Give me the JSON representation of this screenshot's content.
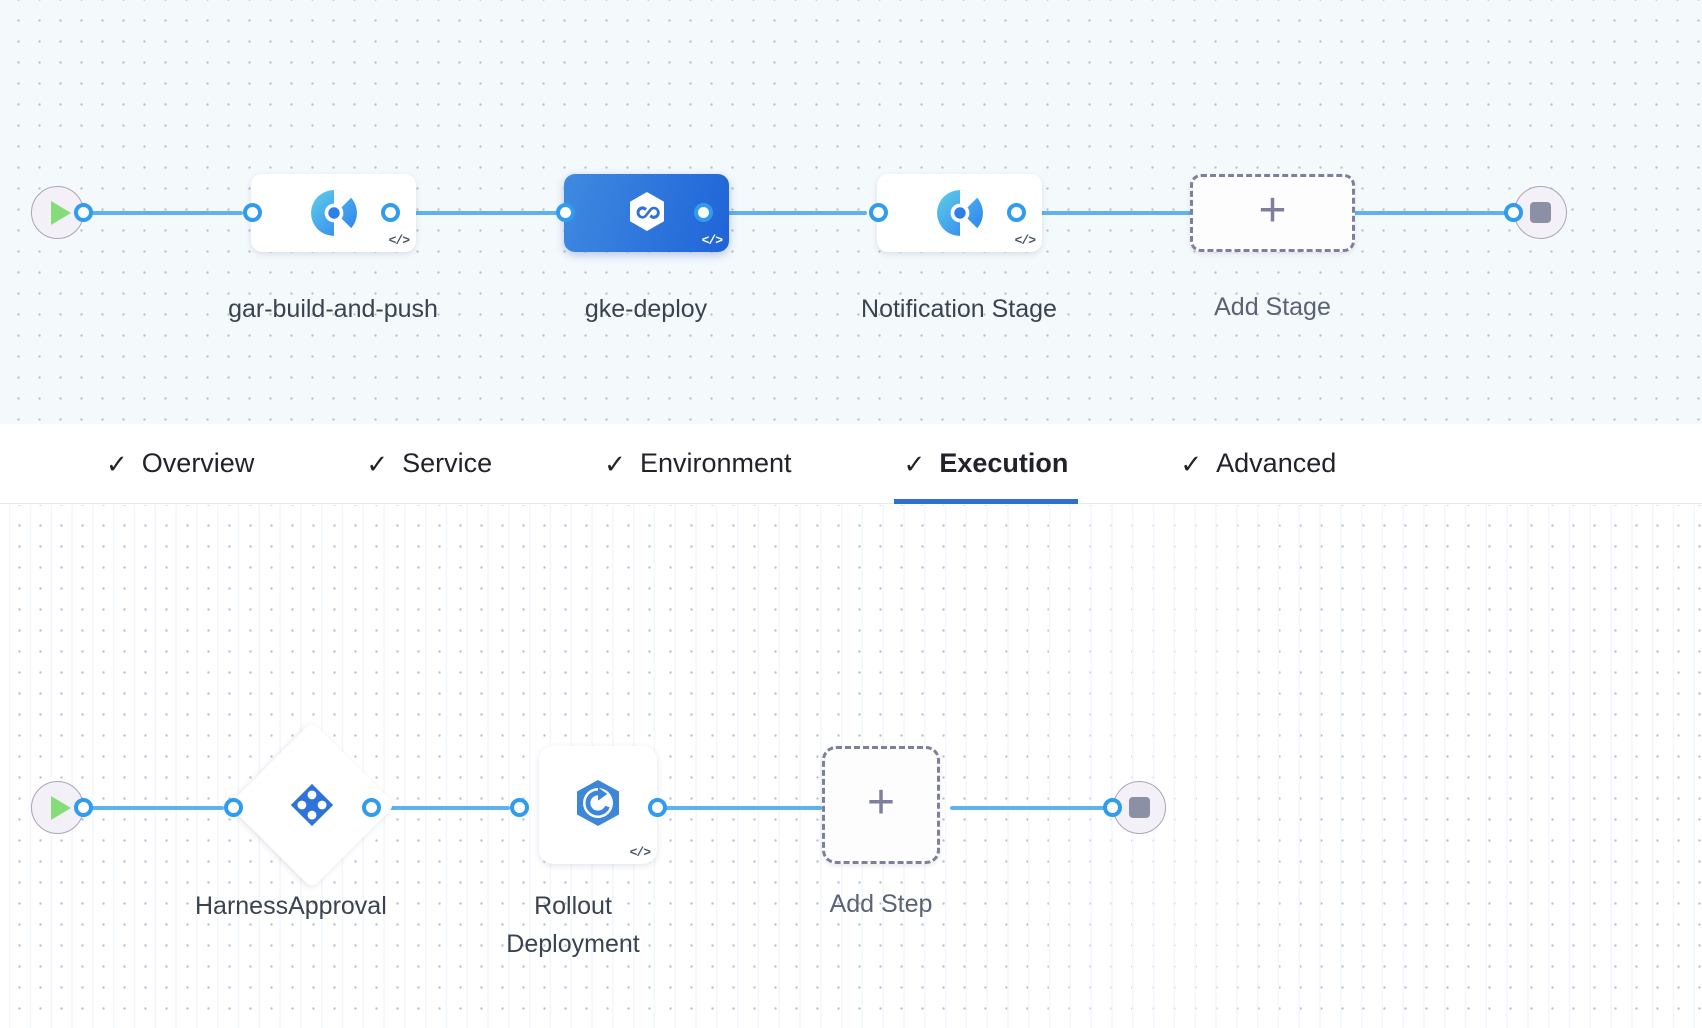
{
  "stage_graph": {
    "start_node": {
      "name": "pipeline-start",
      "icon": "play-icon"
    },
    "end_node": {
      "name": "pipeline-end",
      "icon": "stop-icon"
    },
    "stages": [
      {
        "id": "gar-build-and-push",
        "label": "gar-build-and-push",
        "icon": "harness-ci-build-icon",
        "selected": false,
        "badge": "</>"
      },
      {
        "id": "gke-deploy",
        "label": "gke-deploy",
        "icon": "harness-cd-hexagon-infinity-icon",
        "selected": true,
        "badge": "</>"
      },
      {
        "id": "notification-stage",
        "label": "Notification Stage",
        "icon": "harness-ci-build-icon",
        "selected": false,
        "badge": "</>"
      }
    ],
    "add_stage": {
      "label": "Add Stage",
      "icon": "plus-icon",
      "glyph": "+"
    }
  },
  "tabs": {
    "tick_glyph": "✓",
    "items": [
      {
        "id": "overview",
        "label": "Overview",
        "checked": true,
        "active": false
      },
      {
        "id": "service",
        "label": "Service",
        "checked": true,
        "active": false
      },
      {
        "id": "environment",
        "label": "Environment",
        "checked": true,
        "active": false
      },
      {
        "id": "execution",
        "label": "Execution",
        "checked": true,
        "active": true
      },
      {
        "id": "advanced",
        "label": "Advanced",
        "checked": true,
        "active": false
      }
    ],
    "active_underline_color": "#2e6fd0"
  },
  "step_graph": {
    "start_node": {
      "name": "execution-start",
      "icon": "play-icon"
    },
    "end_node": {
      "name": "execution-end",
      "icon": "stop-icon"
    },
    "steps": [
      {
        "id": "harness-approval",
        "label": "HarnessApproval",
        "icon": "harness-approval-diamond-icon",
        "shape": "diamond",
        "badge": ""
      },
      {
        "id": "rollout-deployment",
        "label": "Rollout Deployment",
        "icon": "kubernetes-rollout-icon",
        "shape": "square",
        "badge": "</>"
      }
    ],
    "add_step": {
      "label": "Add Step",
      "icon": "plus-icon",
      "glyph": "+"
    }
  },
  "colors": {
    "edge": "#5fb1f0",
    "dot_stroke": "#2f9cf0",
    "selected_stage": "#2f72da",
    "canvas_top": "#f4f9fc",
    "canvas_bottom": "#ffffff",
    "play_green": "#87dc7a",
    "stop_gray": "#8b90a5",
    "label_text": "#3b4250"
  }
}
